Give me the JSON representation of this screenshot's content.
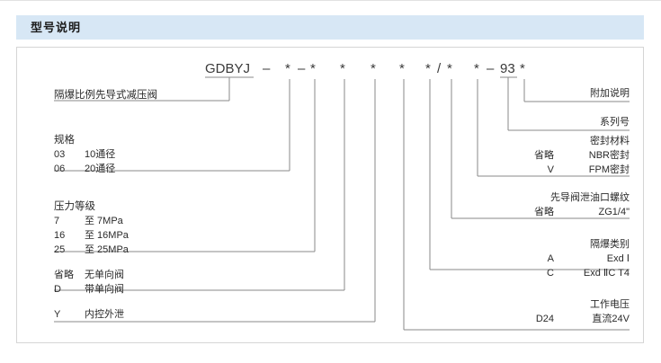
{
  "page": {
    "header_title": "型号说明",
    "accent_color": "#d7e7f5",
    "line_color": "#8a8a8a",
    "text_color": "#2a2a2a"
  },
  "model_code": {
    "base": "GDBYJ",
    "tokens": [
      "–",
      "*",
      "–",
      "*",
      "*",
      "*",
      "*",
      "*",
      "/",
      "*",
      "*",
      "–",
      "93",
      "*"
    ],
    "full": "GDBYJ – *–* * * * */* *– 93 *"
  },
  "left_labels": {
    "product_name": "隔爆比例先导式减压阀",
    "spec": {
      "title": "规格",
      "rows": [
        {
          "code": "03",
          "desc": "10通径"
        },
        {
          "code": "06",
          "desc": "20通径"
        }
      ]
    },
    "pressure": {
      "title": "压力等级",
      "rows": [
        {
          "code": "7",
          "desc": "至 7MPa"
        },
        {
          "code": "16",
          "desc": "至 16MPa"
        },
        {
          "code": "25",
          "desc": "至 25MPa"
        }
      ]
    },
    "check_valve": {
      "rows": [
        {
          "code": "省略",
          "desc": "无单向阀"
        },
        {
          "code": "D",
          "desc": "带单向阀"
        }
      ]
    },
    "drain": {
      "rows": [
        {
          "code": "Y",
          "desc": "内控外泄"
        }
      ]
    }
  },
  "right_labels": {
    "additional": {
      "title": "附加说明"
    },
    "series": {
      "title": "系列号"
    },
    "seal_material": {
      "title": "密封材料",
      "rows": [
        {
          "code": "省略",
          "desc": "NBR密封"
        },
        {
          "code": "V",
          "desc": "FPM密封"
        }
      ]
    },
    "pilot_drain_thread": {
      "title": "先导阀泄油口螺纹",
      "rows": [
        {
          "code": "省略",
          "desc": "ZG1/4\""
        }
      ]
    },
    "explosion_class": {
      "title": "隔爆类别",
      "rows": [
        {
          "code": "A",
          "desc": "Exd Ⅰ"
        },
        {
          "code": "C",
          "desc": "Exd ⅡC T4"
        }
      ]
    },
    "voltage": {
      "title": "工作电压",
      "rows": [
        {
          "code": "D24",
          "desc": "直流24V"
        }
      ]
    }
  }
}
